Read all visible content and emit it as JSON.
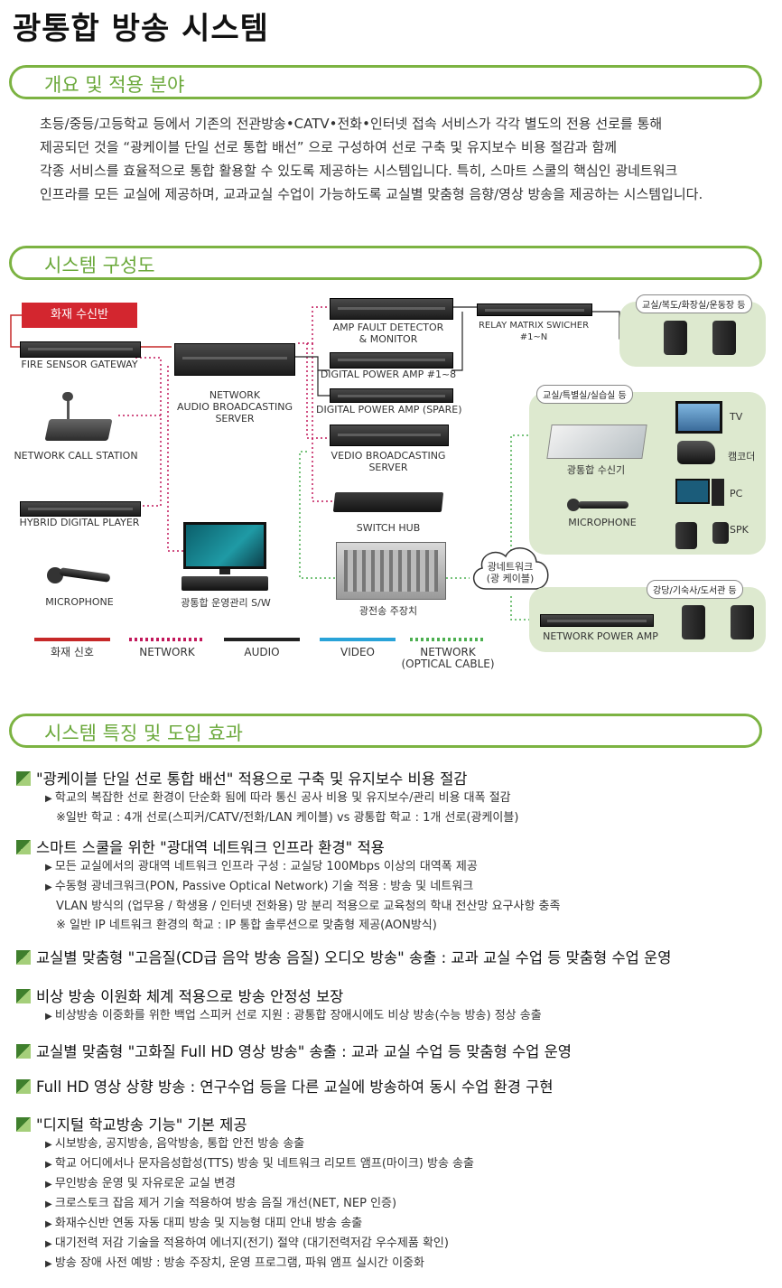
{
  "title": "광통합 방송 시스템",
  "sections": {
    "overview": "개요 및 적용 분야",
    "config": "시스템 구성도",
    "features": "시스템 특징 및 도입 효과"
  },
  "intro": [
    "초등/중등/고등학교 등에서 기존의 전관방송•CATV•전화•인터넷 접속 서비스가 각각 별도의 전용 선로를 통해",
    "제공되던 것을 “광케이블 단일 선로 통합 배선” 으로 구성하여 선로 구축 및 유지보수 비용 절감과 함께",
    "각종 서비스를 효율적으로 통합 활용할 수 있도록 제공하는 시스템입니다. 특히, 스마트 스쿨의 핵심인 광네트워크",
    "인프라를 모든 교실에 제공하며, 교과교실 수업이 가능하도록 교실별 맞춤형 음향/영상 방송을 제공하는 시스템입니다."
  ],
  "diagram": {
    "fire_panel": "화재 수신반",
    "fire_gateway": "FIRE SENSOR GATEWAY",
    "call_station": "NETWORK CALL STATION",
    "digital_player": "HYBRID DIGITAL PLAYER",
    "microphone_left": "MICROPHONE",
    "server": "NETWORK\nAUDIO BROADCASTING\nSERVER",
    "sw": "광통합 운영관리 S/W",
    "amp_fault": "AMP FAULT DETECTOR\n& MONITOR",
    "digital_amp": "DIGITAL POWER AMP #1~8",
    "digital_amp_spare": "DIGITAL POWER AMP (SPARE)",
    "video_server": "VEDIO BROADCASTING\nSERVER",
    "switch_hub": "SWITCH HUB",
    "optical_device": "광전송 주장치",
    "relay": "RELAY MATRIX SWICHER\n#1~N",
    "cloud": "광네트워크\n(광 케이블)",
    "zone1": "교실/복도/화장실/운동장 등",
    "zone2": "교실/특별실/실습실 등",
    "zone3": "강당/기숙사/도서관 등",
    "receiver": "광통합 수신기",
    "microphone_right": "MICROPHONE",
    "tv": "TV",
    "camcorder": "캠코더",
    "pc": "PC",
    "spk": "SPK",
    "net_power_amp": "NETWORK POWER AMP"
  },
  "legend": [
    {
      "label": "화재 신호",
      "color": "#c62828",
      "style": "solid"
    },
    {
      "label": "NETWORK",
      "color": "#c2185b",
      "style": "dotted"
    },
    {
      "label": "AUDIO",
      "color": "#222222",
      "style": "solid"
    },
    {
      "label": "VIDEO",
      "color": "#29a3d8",
      "style": "solid"
    },
    {
      "label": "NETWORK\n(OPTICAL CABLE)",
      "color": "#4caf50",
      "style": "dotted"
    }
  ],
  "features": [
    {
      "head": "\"광케이블 단일 선로 통합 배선\" 적용으로 구축 및 유지보수 비용 절감",
      "lines": [
        {
          "t": "학교의 복잡한 선로 환경이 단순화 됨에 따라 통신 공사 비용 및 유지보수/관리 비용 대폭 절감",
          "k": "b"
        },
        {
          "t": "※일반 학교 : 4개 선로(스피커/CATV/전화/LAN 케이블) vs 광통합 학교 : 1개 선로(광케이블)",
          "k": "n"
        }
      ]
    },
    {
      "head": "스마트 스쿨을 위한 \"광대역 네트워크 인프라 환경\" 적용",
      "lines": [
        {
          "t": "모든 교실에서의 광대역 네트워크 인프라 구성 : 교실당 100Mbps 이상의 대역폭 제공",
          "k": "b"
        },
        {
          "t": "수동형 광네크워크(PON, Passive Optical Network) 기술 적용 : 방송 및 네트워크",
          "k": "b"
        },
        {
          "t": "VLAN 방식의 (업무용 / 학생용 / 인터넷 전화용) 망 분리 적용으로 교육청의 학내 전산망 요구사항 충족",
          "k": "n"
        },
        {
          "t": "※ 일반 IP 네트워크 환경의 학교 : IP 통합 솔루션으로 맞춤형 제공(AON방식)",
          "k": "n"
        }
      ]
    },
    {
      "head": "교실별 맞춤형 \"고음질(CD급 음악 방송 음질) 오디오 방송\" 송출 : 교과 교실 수업 등 맞춤형 수업 운영",
      "lines": []
    },
    {
      "head": "비상 방송 이원화 체계 적용으로 방송 안정성 보장",
      "lines": [
        {
          "t": "비상방송 이중화를 위한 백업 스피커 선로 지원 : 광통합 장애시에도 비상 방송(수능 방송) 정상 송출",
          "k": "b"
        }
      ]
    },
    {
      "head": "교실별 맞춤형 \"고화질 Full HD 영상 방송\" 송출 : 교과 교실 수업 등 맞춤형 수업 운영",
      "lines": []
    },
    {
      "head": "Full HD 영상 상향 방송 : 연구수업 등을 다른 교실에 방송하여 동시 수업 환경 구현",
      "lines": []
    },
    {
      "head": "\"디지털 학교방송 기능\" 기본 제공",
      "lines": [
        {
          "t": "시보방송, 공지방송, 음악방송, 통합 안전 방송 송출",
          "k": "b"
        },
        {
          "t": "학교 어디에서나 문자음성합성(TTS) 방송 및 네트워크 리모트 앰프(마이크) 방송 송출",
          "k": "b"
        },
        {
          "t": "무인방송 운영 및 자유로운 교실 변경",
          "k": "b"
        },
        {
          "t": "크로스토크 잡음 제거 기술 적용하여 방송 음질 개선(NET, NEP 인증)",
          "k": "b"
        },
        {
          "t": "화재수신반 연동 자동 대피 방송 및 지능형 대피 안내 방송 송출",
          "k": "b"
        },
        {
          "t": "대기전력 저감 기술을 적용하여 에너지(전기) 절약 (대기전력저감 우수제품 확인)",
          "k": "b"
        },
        {
          "t": "방송 장애 사전 예방 : 방송 주장치, 운영 프로그램, 파워 앰프 실시간 이중화",
          "k": "b"
        }
      ]
    }
  ]
}
